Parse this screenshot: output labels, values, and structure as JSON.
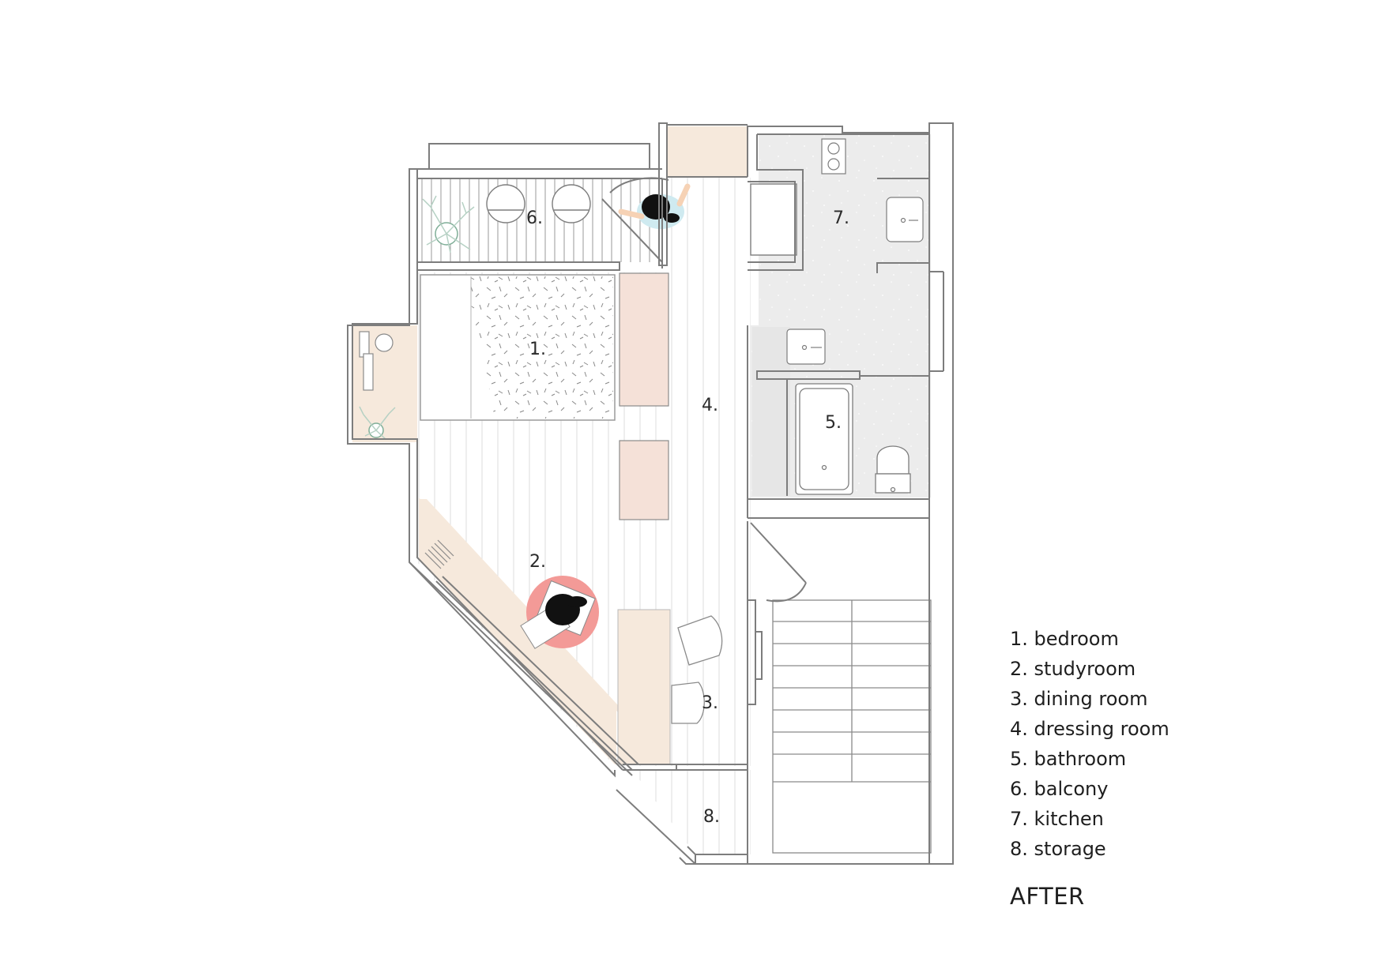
{
  "rooms": [
    {
      "num": "1.",
      "name": "bedroom"
    },
    {
      "num": "2.",
      "name": "studyroom"
    },
    {
      "num": "3.",
      "name": "dining room"
    },
    {
      "num": "4.",
      "name": "dressing room"
    },
    {
      "num": "5.",
      "name": "bathroom"
    },
    {
      "num": "6.",
      "name": "balcony"
    },
    {
      "num": "7.",
      "name": "kitchen"
    },
    {
      "num": "8.",
      "name": "storage"
    }
  ],
  "legend": {
    "items": [
      "1. bedroom",
      "2. studyroom",
      "3. dining room",
      "4. dressing room",
      "5. bathroom",
      "6. balcony",
      "7. kitchen",
      "8. storage"
    ]
  },
  "plan_title": "AFTER",
  "colors": {
    "wall": "#7d7d7d",
    "wood_floor_line": "#dcdcdc",
    "beige_furniture": "#f6e9dc",
    "pink_cabinet": "#f5e1d8",
    "wet_area_grey": "#ececec",
    "person_hair": "#111111",
    "person_pink": "#f39a97",
    "person_blue": "#cfeaf0",
    "plant_green": "#b6d1c4"
  },
  "icons": [
    "person-icon",
    "plant-icon",
    "bathtub-icon",
    "toilet-icon",
    "sink-icon",
    "stove-icon",
    "bed-icon",
    "chair-icon"
  ]
}
